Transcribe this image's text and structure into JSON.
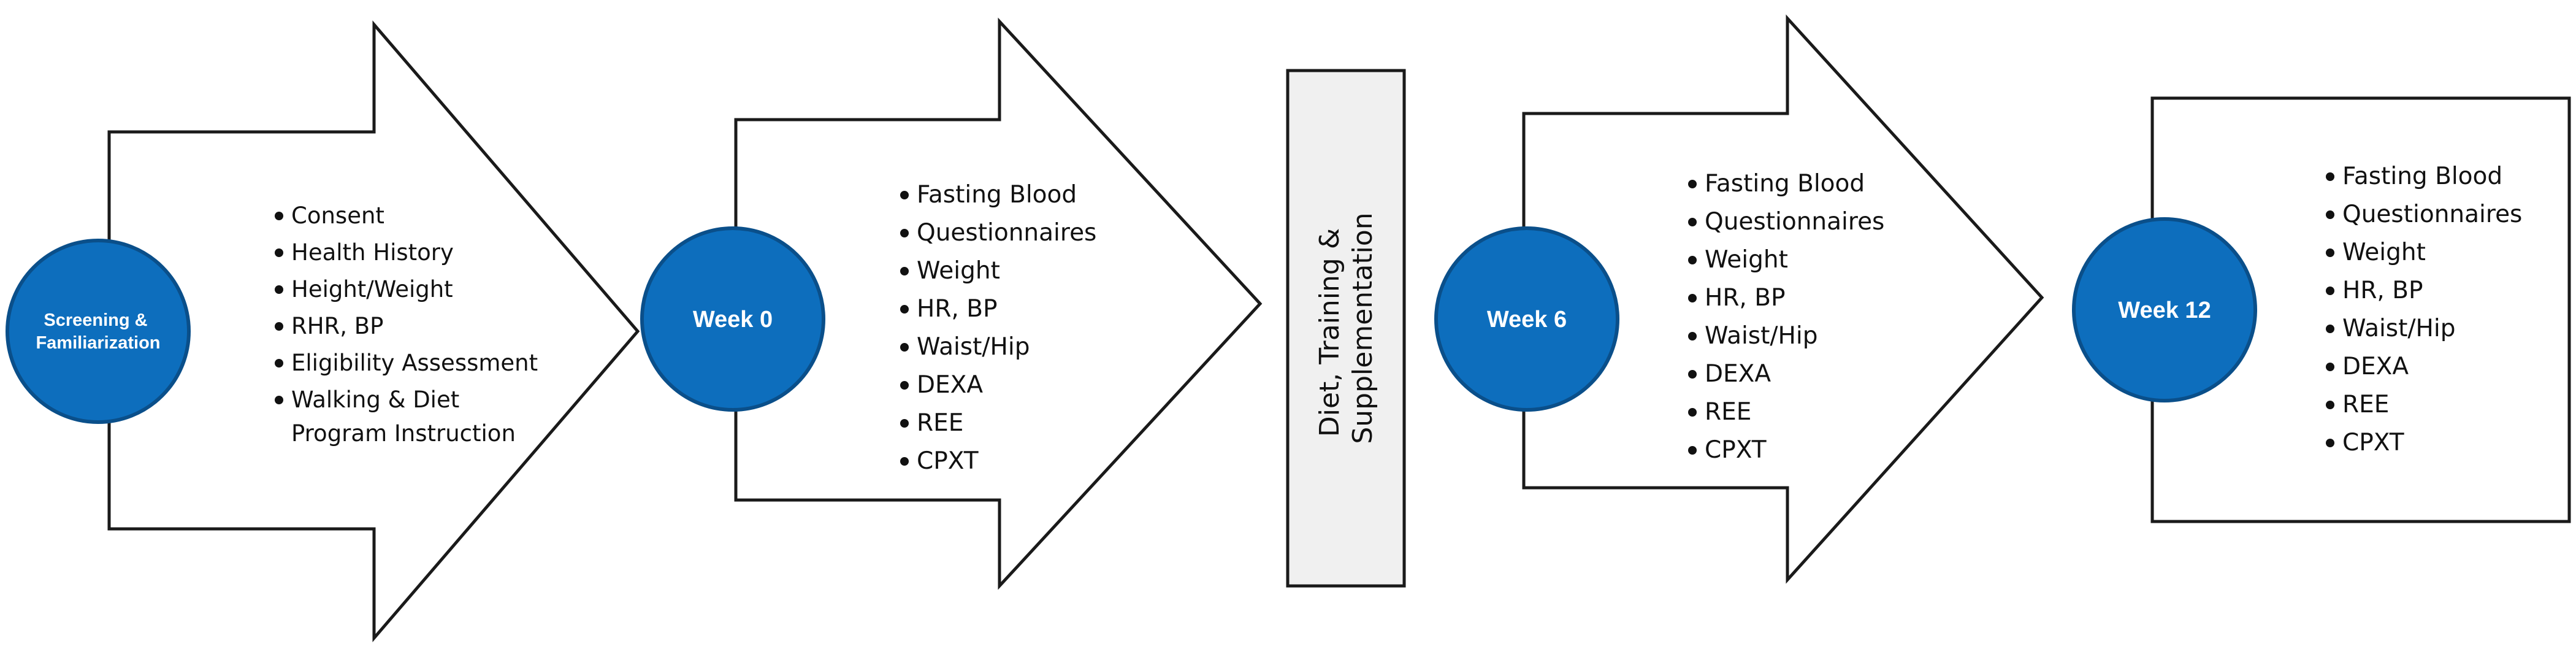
{
  "stages": [
    {
      "label_lines": [
        "Screening &",
        "Familiarization"
      ],
      "items": [
        "Consent",
        "Health History",
        "Height/Weight",
        "RHR, BP",
        "Eligibility Assessment",
        "Walking & Diet",
        "Program Instruction"
      ]
    },
    {
      "label_lines": [
        "Week 0"
      ],
      "items": [
        "Fasting Blood",
        "Questionnaires",
        "Weight",
        "HR, BP",
        "Waist/Hip",
        "DEXA",
        "REE",
        "CPXT"
      ]
    },
    {
      "label_lines": [
        "Week 6"
      ],
      "items": [
        "Fasting Blood",
        "Questionnaires",
        "Weight",
        "HR, BP",
        "Waist/Hip",
        "DEXA",
        "REE",
        "CPXT"
      ]
    },
    {
      "label_lines": [
        "Week 12"
      ],
      "items": [
        "Fasting Blood",
        "Questionnaires",
        "Weight",
        "HR, BP",
        "Waist/Hip",
        "DEXA",
        "REE",
        "CPXT"
      ]
    }
  ],
  "intervention": {
    "label_lines": [
      "Diet, Training &",
      "Supplementation"
    ]
  },
  "colors": {
    "circle_fill": "#0d6ebd",
    "circle_text": "#ffffff",
    "outline": "#1a1a1a",
    "intervention_fill": "#f0f0f0"
  }
}
